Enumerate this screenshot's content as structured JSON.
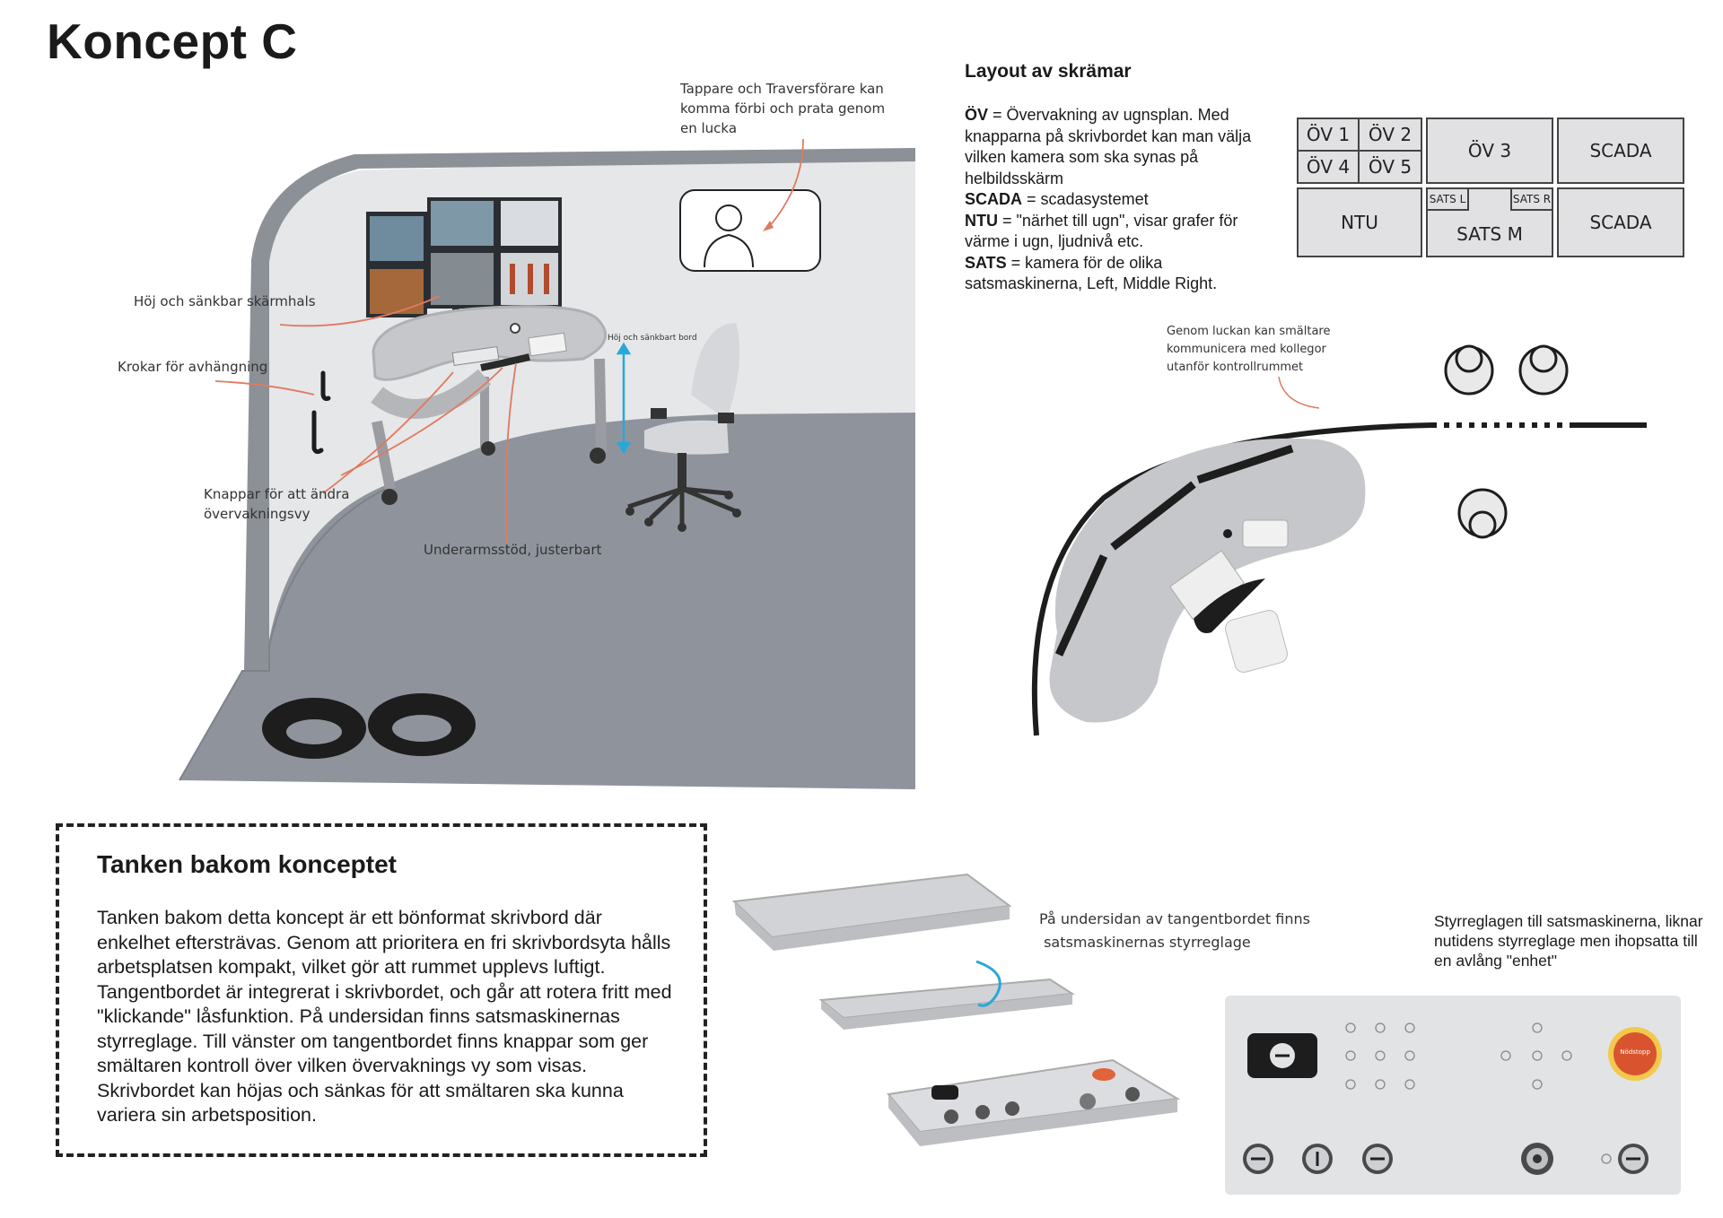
{
  "title": "Koncept C",
  "room_notes": {
    "tappare": "Tappare och Traversförare kan komma förbi och prata genom en lucka",
    "skarmhals": "Höj och sänkbar skärmhals",
    "krokar": "Krokar för avhängning",
    "hojbord": "Höj och sänkbart bord",
    "knappar": "Knappar för att ändra övervakningsvy",
    "underarm": "Underarmsstöd, justerbart"
  },
  "layout": {
    "heading": "Layout av skrämar",
    "legend": [
      {
        "term": "ÖV",
        "text": " = Övervakning av ugnsplan. Med knapparna på skrivbordet kan man välja vilken kamera som ska synas på helbildsskärm"
      },
      {
        "term": "SCADA",
        "text": " = scadasystemet"
      },
      {
        "term": "NTU",
        "text": " = \"närhet till ugn\", visar grafer för värme i ugn, ljudnivå etc."
      },
      {
        "term": "SATS",
        "text": " = kamera för de olika satsmaskinerna, Left, Middle Right."
      }
    ],
    "screens": {
      "ov1": "ÖV 1",
      "ov2": "ÖV 2",
      "ov4": "ÖV 4",
      "ov5": "ÖV 5",
      "ov3": "ÖV 3",
      "scada_top": "SCADA",
      "ntu": "NTU",
      "sats_l": "SATS L",
      "sats_r": "SATS R",
      "sats_m": "SATS M",
      "scada_bottom": "SCADA"
    }
  },
  "floorplan_note": "Genom luckan kan smältare kommunicera med kollegor utanför kontrollrummet",
  "concept": {
    "heading": "Tanken bakom konceptet",
    "text": "Tanken bakom detta koncept är ett bönformat skrivbord där enkelhet eftersträvas. Genom att prioritera en fri skrivbordsyta hålls arbetsplatsen kompakt, vilket gör att rummet upplevs luftigt. Tangentbordet är integrerat i skrivbordet, och går att rotera fritt med \"klickande\" låsfunktion. På undersidan finns satsmaskinernas styrreglage. Till vänster om tangentbordet finns knappar som ger smältaren kontroll över vilken övervaknings vy som visas. Skrivbordet kan höjas och sänkas för att smältaren ska kunna variera sin arbetsposition."
  },
  "keyboard_note": "På undersidan av tangentbordet finns\n satsmaskinernas styrreglage",
  "controls_note": "Styrreglagen till satsmaskinerna, liknar nutidens styrreglage men ihopsatta till en avlång \"enhet\"",
  "emergency_label": "Nödstopp",
  "colors": {
    "accent_arrow": "#e07a5f",
    "height_arrow": "#29a8d8",
    "floor": "#8f949c",
    "wall": "#e6e7e9",
    "panel": "#e2e3e5"
  }
}
